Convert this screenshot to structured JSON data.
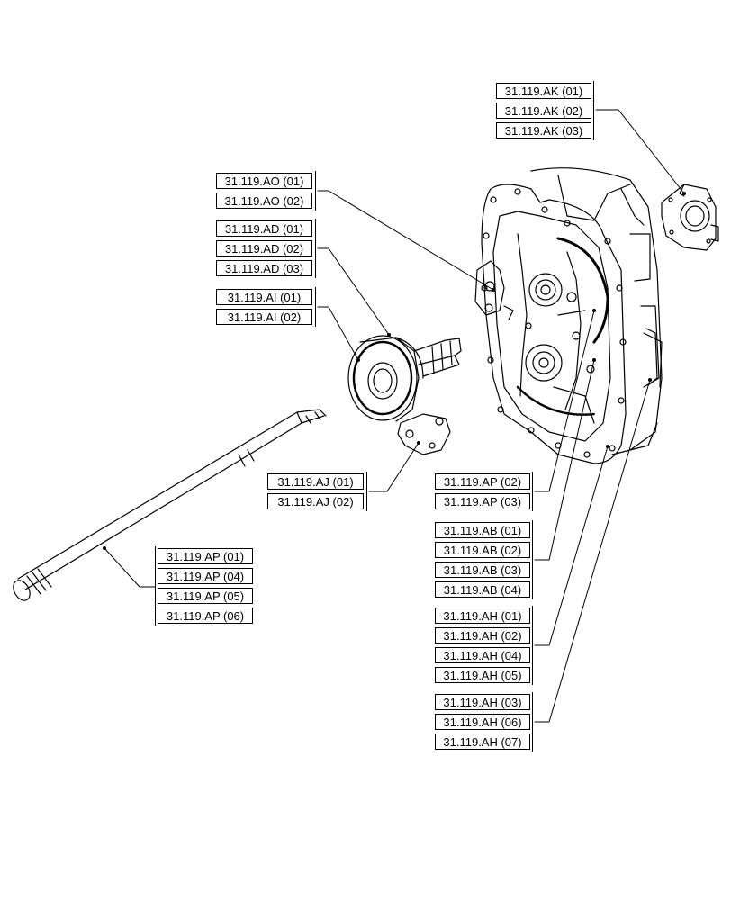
{
  "groups": {
    "ak": [
      "31.119.AK (01)",
      "31.119.AK (02)",
      "31.119.AK (03)"
    ],
    "ao": [
      "31.119.AO (01)",
      "31.119.AO (02)"
    ],
    "ad": [
      "31.119.AD (01)",
      "31.119.AD (02)",
      "31.119.AD (03)"
    ],
    "ai": [
      "31.119.AI (01)",
      "31.119.AI (02)"
    ],
    "aj": [
      "31.119.AJ (01)",
      "31.119.AJ (02)"
    ],
    "ap_housing": [
      "31.119.AP (02)",
      "31.119.AP (03)"
    ],
    "ab": [
      "31.119.AB (01)",
      "31.119.AB (02)",
      "31.119.AB (03)",
      "31.119.AB (04)"
    ],
    "ah_a": [
      "31.119.AH (01)",
      "31.119.AH (02)",
      "31.119.AH (04)",
      "31.119.AH (05)"
    ],
    "ah_b": [
      "31.119.AH (03)",
      "31.119.AH (06)",
      "31.119.AH (07)"
    ],
    "ap_shaft": [
      "31.119.AP (01)",
      "31.119.AP (04)",
      "31.119.AP (05)",
      "31.119.AP (06)"
    ]
  }
}
